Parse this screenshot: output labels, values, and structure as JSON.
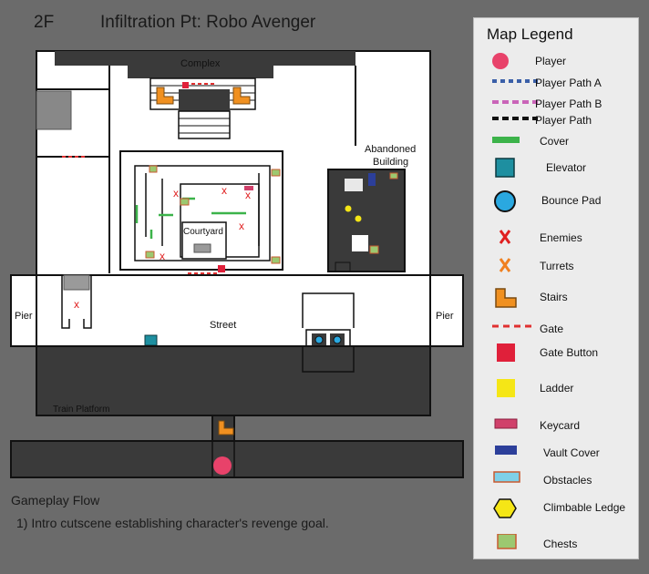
{
  "header": {
    "floor": "2F",
    "title": "Infiltration Pt: Robo Avenger"
  },
  "map": {
    "labels": {
      "complex": "Complex",
      "abandoned_line1": "Abandoned",
      "abandoned_line2": "Building",
      "courtyard": "Courtyard",
      "street": "Street",
      "pier_left": "Pier",
      "pier_right": "Pier",
      "train_platform": "Train Platform"
    }
  },
  "legend": {
    "title": "Map Legend",
    "items": [
      {
        "icon": "player-circle",
        "label": "Player"
      },
      {
        "icon": "path-a-line",
        "label": "Player Path A"
      },
      {
        "icon": "path-b-line",
        "label": "Player Path B"
      },
      {
        "icon": "path-line",
        "label": "Player Path"
      },
      {
        "icon": "cover-bar",
        "label": "Cover"
      },
      {
        "icon": "elevator-square",
        "label": "Elevator"
      },
      {
        "icon": "bounce-pad-circle",
        "label": "Bounce Pad"
      },
      {
        "icon": "enemy-x",
        "label": "Enemies"
      },
      {
        "icon": "turret-x",
        "label": "Turrets"
      },
      {
        "icon": "stairs-shape",
        "label": "Stairs"
      },
      {
        "icon": "gate-line",
        "label": "Gate"
      },
      {
        "icon": "gate-button-square",
        "label": "Gate Button"
      },
      {
        "icon": "ladder-square",
        "label": "Ladder"
      },
      {
        "icon": "keycard-rect",
        "label": "Keycard"
      },
      {
        "icon": "vault-cover-rect",
        "label": "Vault Cover"
      },
      {
        "icon": "obstacle-rect",
        "label": "Obstacles"
      },
      {
        "icon": "ledge-hexagon",
        "label": "Climbable Ledge"
      },
      {
        "icon": "chest-rect",
        "label": "Chests"
      }
    ]
  },
  "colors": {
    "player": "#e8426a",
    "path_a": "#3a5fa8",
    "path_b": "#c964b8",
    "cover": "#3cb34a",
    "elevator": "#1e8fa0",
    "bounce_pad": "#2aa8e0",
    "enemy": "#e02020",
    "turret": "#f08020",
    "stairs": "#f09020",
    "gate": "#e03030",
    "gate_button": "#e0203a",
    "ladder": "#f5e616",
    "keycard": "#d0406a",
    "vault_cover": "#2c3f9a",
    "obstacle": "#7fd0e8",
    "ledge": "#f5e616",
    "chest": "#9cc870"
  },
  "flow": {
    "title": "Gameplay Flow",
    "items": [
      "1) Intro cutscene establishing character's revenge goal."
    ]
  }
}
